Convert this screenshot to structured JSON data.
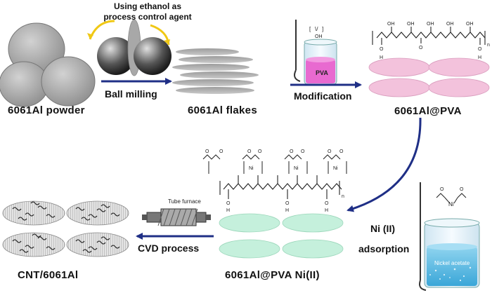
{
  "labels": {
    "powder": "6061Al powder",
    "flakes": "6061Al flakes",
    "pva": "6061Al@PVA",
    "ni": "6061Al@PVA Ni(II)",
    "cnt": "CNT/6061Al"
  },
  "steps": {
    "agent_line1": "Using ethanol as",
    "agent_line2": "process control agent",
    "ball_milling": "Ball milling",
    "modification": "Modification",
    "adsorption_line1": "Ni (II)",
    "adsorption_line2": "adsorption",
    "cvd": "CVD process"
  },
  "apparatus": {
    "beaker_pva": "PVA",
    "tube_furnace": "Tube furnace",
    "nickel_acetate": "Nickel acetate"
  },
  "chemistry": {
    "oh": "OH",
    "o": "O",
    "h": "H",
    "ni": "Ni",
    "n": "n"
  },
  "colors": {
    "arrow": "#1f2f86",
    "pva_flake": "#f3c2dc",
    "ni_flake": "#c5f0dc",
    "beaker_pva_liquid": "#e86ad0"
  }
}
